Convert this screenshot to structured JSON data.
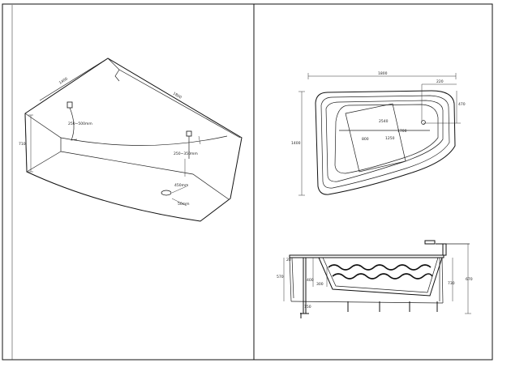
{
  "left_view": {
    "dim_width": "1400",
    "dim_length": "1800",
    "dim_height": "710",
    "dim_range_1": "250~500mm",
    "dim_range_2": "250~350mm",
    "dim_drain_1": "450mm",
    "dim_drain_2": "50mm"
  },
  "top_view": {
    "dim_overall_length": "1800",
    "dim_overall_width": "1400",
    "dim_faucet_x": "220",
    "dim_faucet_y": "470",
    "dim_inner_width": "800",
    "dim_inner_length_1": "2540",
    "dim_inner_length_2": "1700",
    "dim_inner_length_3": "1250"
  },
  "side_view": {
    "dim_rim": "20",
    "dim_body": "570",
    "dim_inner_depth": "400",
    "dim_water_depth": "300",
    "dim_total_height": "670",
    "dim_overall_height": "730",
    "dim_foot": "150"
  }
}
